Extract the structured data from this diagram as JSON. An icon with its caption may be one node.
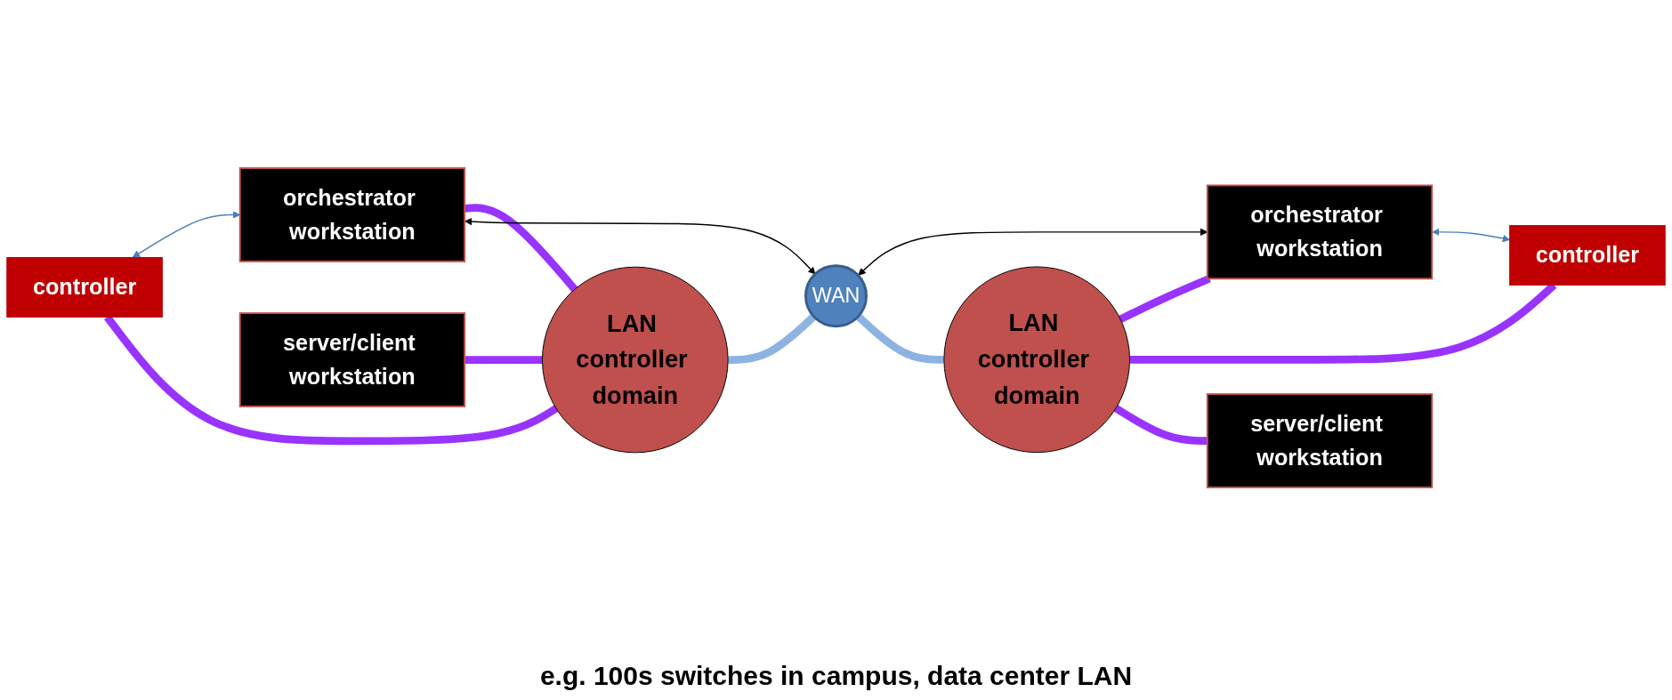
{
  "diagram": {
    "nodes": [
      {
        "text": [
          "orchestrator workstation"
        ]
      },
      {
        "text": [
          "controller"
        ]
      },
      {
        "text": [
          "LAN controller domain"
        ]
      },
      {
        "text": [
          "server/client workstation"
        ]
      },
      {
        "text": [
          "WAN"
        ]
      },
      {
        "text": [
          "orchestrator workstation"
        ]
      },
      {
        "text": [
          "controller"
        ]
      },
      {
        "text": [
          "LAN controller domain"
        ]
      },
      {
        "text": [
          "server/client workstation"
        ]
      }
    ],
    "edges": [
      {
        "from": 0,
        "to": 1,
        "arrow": "both",
        "color": "#4a7ebb"
      },
      {
        "from": 0,
        "to": 2,
        "arrow": "none"
      },
      {
        "from": 1,
        "to": 2,
        "arrow": "none"
      },
      {
        "from": 3,
        "to": 2,
        "arrow": "none"
      },
      {
        "from": 2,
        "to": 4,
        "arrow": "none",
        "color": "#8db3e2"
      },
      {
        "from": 0,
        "to": 4,
        "arrow": "both",
        "color": "#000000"
      },
      {
        "from": 5,
        "to": 4,
        "arrow": "both",
        "color": "#000000"
      },
      {
        "from": 5,
        "to": 6,
        "arrow": "both",
        "color": "#4a7ebb"
      },
      {
        "from": 5,
        "to": 7,
        "arrow": "none"
      },
      {
        "from": 6,
        "to": 7,
        "arrow": "none"
      },
      {
        "from": 8,
        "to": 7,
        "arrow": "none"
      },
      {
        "from": 4,
        "to": 7,
        "arrow": "none",
        "color": "#8db3e2"
      }
    ],
    "labels": [
      "e.g. 100s switches in campus, data center LAN"
    ]
  }
}
